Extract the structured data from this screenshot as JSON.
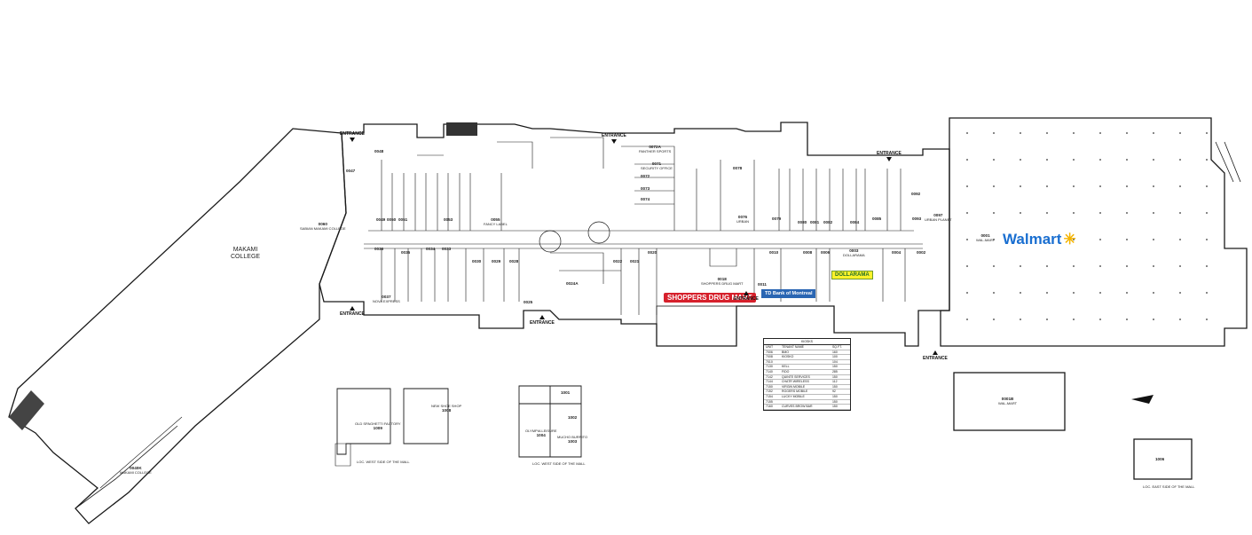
{
  "map": {
    "anchors": {
      "college": {
        "name": "MAKAMI\nCOLLEGE",
        "unit": "0040K",
        "sub": "MAKAMI COLLEGE"
      },
      "walmart": {
        "unit": "0001",
        "tenant": "WAL-MART",
        "logo": "Walmart"
      },
      "shoppers": {
        "logo": "SHOPPERS DRUG MART",
        "unit": "0018",
        "tenant": "SHOPPERS DRUG MART"
      },
      "td": {
        "logo": "TD Bank of Montreal"
      },
      "dollarama": {
        "logo": "DOLLARAMA",
        "unit": "0003",
        "tenant": "DOLLARAMA"
      },
      "urban_planet": {
        "unit": "0097",
        "tenant": "URBAN PLANET"
      },
      "pad_a": {
        "unit": "0001B",
        "tenant": "WAL-MART"
      },
      "pad_b": {
        "unit": "1006",
        "tenant": ""
      }
    },
    "entrances": [
      {
        "id": "n1",
        "label": "ENTRANCE"
      },
      {
        "id": "n2",
        "label": "ENTRANCE"
      },
      {
        "id": "n3",
        "label": "ENTRANCE"
      },
      {
        "id": "s1",
        "label": "ENTRANCE"
      },
      {
        "id": "s2",
        "label": "ENTRANCE"
      },
      {
        "id": "s3",
        "label": "ENTRANCE"
      },
      {
        "id": "s4",
        "label": "ENTRANCE"
      }
    ],
    "units": [
      {
        "id": "0047",
        "tenant": ""
      },
      {
        "id": "0048",
        "tenant": ""
      },
      {
        "id": "0049",
        "tenant": ""
      },
      {
        "id": "0050",
        "tenant": ""
      },
      {
        "id": "0051",
        "tenant": ""
      },
      {
        "id": "0053",
        "tenant": ""
      },
      {
        "id": "0055",
        "tenant": "FANCY LABEL"
      },
      {
        "id": "0060",
        "tenant": "SABIAN MAKAMI COLLEGE"
      },
      {
        "id": "0072A",
        "tenant": "PANTHER SPORTS"
      },
      {
        "id": "0071",
        "tenant": "SECURITY OFFICE"
      },
      {
        "id": "0072",
        "tenant": ""
      },
      {
        "id": "0073",
        "tenant": ""
      },
      {
        "id": "0074",
        "tenant": ""
      },
      {
        "id": "0076",
        "tenant": "URBAN"
      },
      {
        "id": "0078",
        "tenant": ""
      },
      {
        "id": "0079",
        "tenant": ""
      },
      {
        "id": "0080",
        "tenant": ""
      },
      {
        "id": "0081",
        "tenant": ""
      },
      {
        "id": "0082",
        "tenant": ""
      },
      {
        "id": "0084",
        "tenant": ""
      },
      {
        "id": "0085",
        "tenant": ""
      },
      {
        "id": "0092",
        "tenant": ""
      },
      {
        "id": "0093",
        "tenant": ""
      },
      {
        "id": "0036",
        "tenant": ""
      },
      {
        "id": "0035",
        "tenant": ""
      },
      {
        "id": "0034",
        "tenant": ""
      },
      {
        "id": "0033",
        "tenant": ""
      },
      {
        "id": "0030",
        "tenant": ""
      },
      {
        "id": "0029",
        "tenant": ""
      },
      {
        "id": "0028",
        "tenant": ""
      },
      {
        "id": "0037",
        "tenant": "NOVA EXPRESS"
      },
      {
        "id": "0024A",
        "tenant": ""
      },
      {
        "id": "0025",
        "tenant": ""
      },
      {
        "id": "0022",
        "tenant": ""
      },
      {
        "id": "0021",
        "tenant": ""
      },
      {
        "id": "0020",
        "tenant": ""
      },
      {
        "id": "0010",
        "tenant": ""
      },
      {
        "id": "0008",
        "tenant": ""
      },
      {
        "id": "0006",
        "tenant": ""
      },
      {
        "id": "0004",
        "tenant": ""
      },
      {
        "id": "0002",
        "tenant": ""
      },
      {
        "id": "0011",
        "tenant": ""
      }
    ],
    "insets": {
      "left": {
        "unit_a": "1009",
        "unit_b": "1008",
        "label_a": "OLD SPAGHETTI FACTORY",
        "label_b": "NEW SHOE SHOP",
        "note": "LOC. WEST SIDE OF THE MALL"
      },
      "right": {
        "unit_a": "1001",
        "unit_b": "1002",
        "unit_c": "1003",
        "unit_d": "1004",
        "label_d": "OLYMPIA LEISURE",
        "label_c": "MUCHO BURRITO",
        "note": "LOC. WEST SIDE OF THE MALL"
      },
      "pad_note": "LOC. EAST SIDE OF THE MALL"
    },
    "kiosks": {
      "title": "KIOSKS",
      "headers": [
        "UNIT",
        "TENANT NAME",
        "SQ.FT."
      ],
      "rows": [
        [
          "7006",
          "BMO",
          "160"
        ],
        [
          "7008",
          "KIOSKO",
          "100"
        ],
        [
          "7010",
          "",
          "104"
        ],
        [
          "7130",
          "KELL",
          "150"
        ],
        [
          "7140",
          "FIDO",
          "285"
        ],
        [
          "7142",
          "QUINTE SERVICES",
          "150"
        ],
        [
          "7144",
          "CHATR WIRELESS",
          "112"
        ],
        [
          "7150",
          "VIRGIN MOBILE",
          "150"
        ],
        [
          "7152",
          "ROGERS MOBILE",
          "92"
        ],
        [
          "7154",
          "LUCKY MOBILE",
          "150"
        ],
        [
          "7155",
          "",
          "150"
        ],
        [
          "7160",
          "CURVES BROW BAR",
          "150"
        ]
      ]
    }
  }
}
